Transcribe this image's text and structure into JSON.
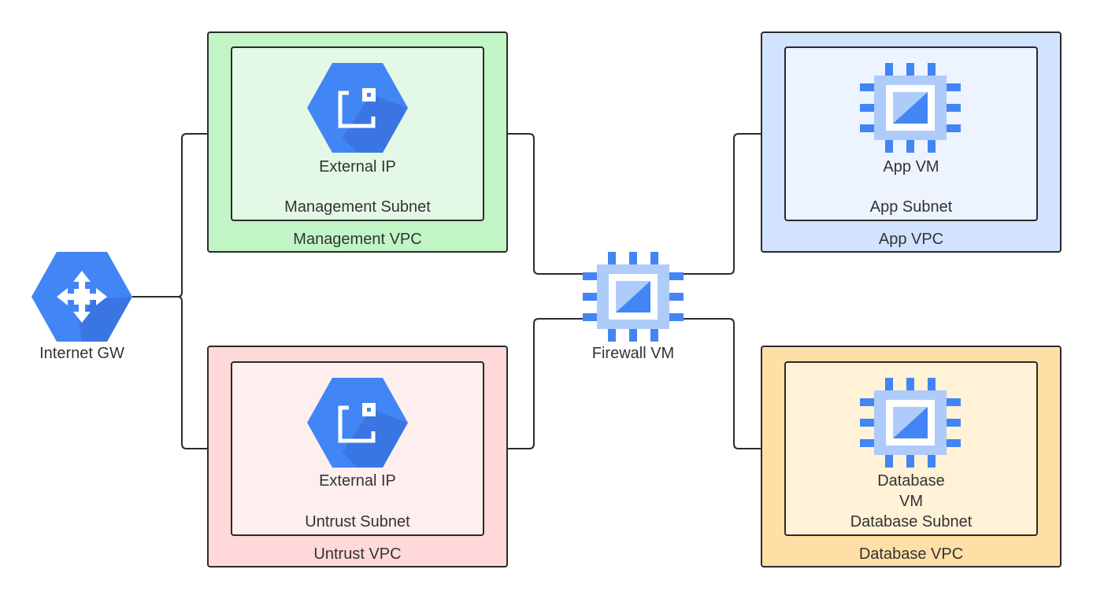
{
  "colors": {
    "line": "#2b2b2b",
    "management_vpc": "#c2f5c6",
    "management_subnet": "#e3f9e5",
    "untrust_vpc": "#ffd9d9",
    "untrust_subnet": "#ffeeee",
    "app_vpc": "#d1e3fe",
    "app_subnet": "#edf4ff",
    "database_vpc": "#ffdfa6",
    "database_subnet": "#fff2d6",
    "gcp_blue": "#4285f4",
    "gcp_blue_light": "#aecbfa"
  },
  "internet_gw": {
    "label": "Internet GW",
    "icon": "internet-gateway-icon"
  },
  "firewall_vm": {
    "label": "Firewall VM",
    "icon": "compute-engine-icon"
  },
  "management": {
    "vpc_label": "Management VPC",
    "subnet_label": "Management Subnet",
    "resource_label": "External IP",
    "icon": "external-ip-icon"
  },
  "untrust": {
    "vpc_label": "Untrust VPC",
    "subnet_label": "Untrust Subnet",
    "resource_label": "External IP",
    "icon": "external-ip-icon"
  },
  "app": {
    "vpc_label": "App VPC",
    "subnet_label": "App Subnet",
    "resource_label": "App VM",
    "icon": "compute-engine-icon"
  },
  "database": {
    "vpc_label": "Database VPC",
    "subnet_label": "Database Subnet",
    "resource_label_line1": "Database",
    "resource_label_line2": "VM",
    "icon": "compute-engine-icon"
  }
}
